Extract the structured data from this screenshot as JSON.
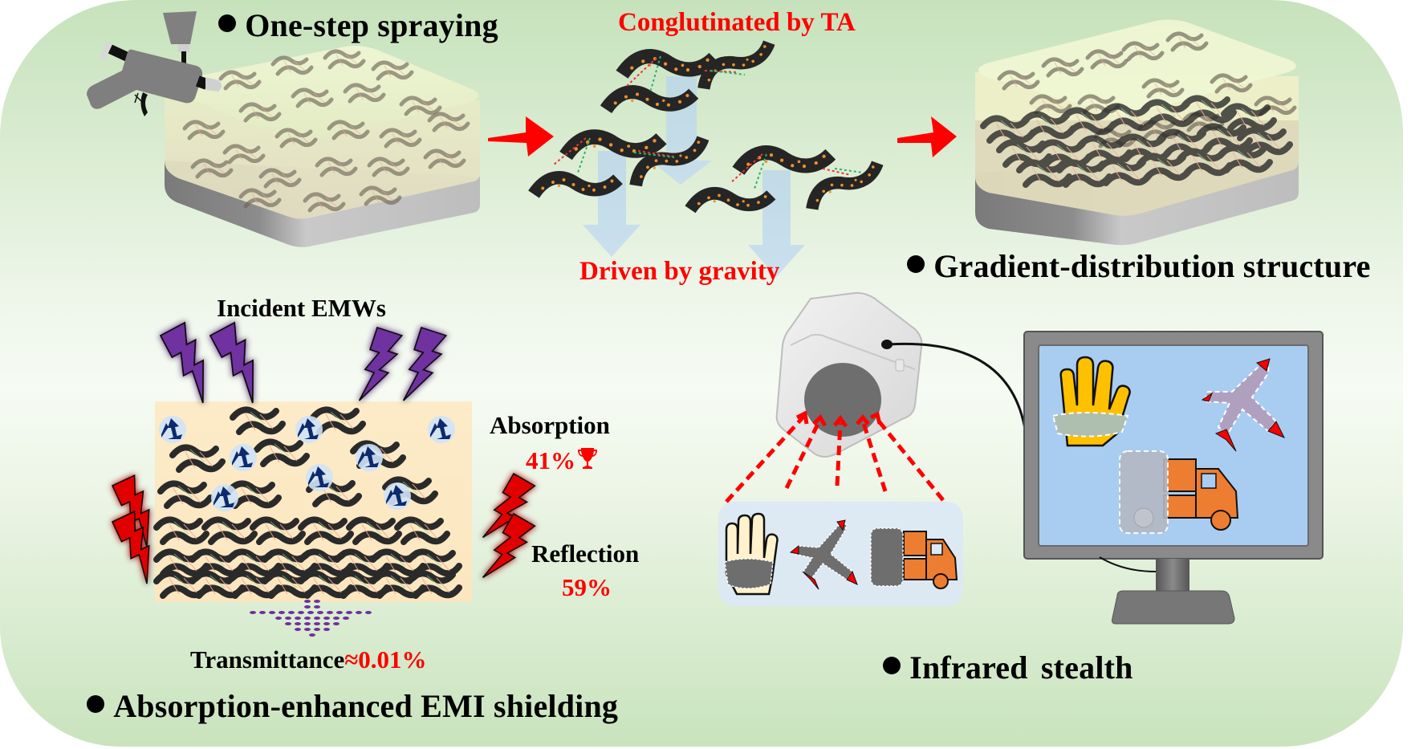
{
  "figure": {
    "sections": {
      "spraying": {
        "title": "One-step spraying"
      },
      "gradient": {
        "title": "Gradient-distribution structure"
      },
      "emi": {
        "title": "Absorption-enhanced EMI shielding"
      },
      "infrared": {
        "title": "Infrared stealth"
      }
    },
    "process_labels": {
      "conglutinated": "Conglutinated by TA",
      "gravity": "Driven by gravity"
    },
    "emi_panel": {
      "incident": "Incident EMWs",
      "absorption_label": "Absorption",
      "absorption_value": "41%",
      "reflection_label": "Reflection",
      "reflection_value": "59%",
      "transmittance_label": "Transmittance",
      "transmittance_value": "≈0.01%"
    },
    "infrared_panel": {
      "objects": [
        "hand-icon",
        "airplane-icon",
        "truck-icon"
      ],
      "devices": [
        "infrared-camera-icon",
        "monitor-icon"
      ]
    },
    "colors": {
      "accent_red": "#ff0000",
      "emw_purple": "#7030a0",
      "reflect_red": "#e00000",
      "screen_blue": "#a8cdf0",
      "truck_orange": "#ed7d31",
      "glove_yellow": "#ffc000"
    }
  }
}
